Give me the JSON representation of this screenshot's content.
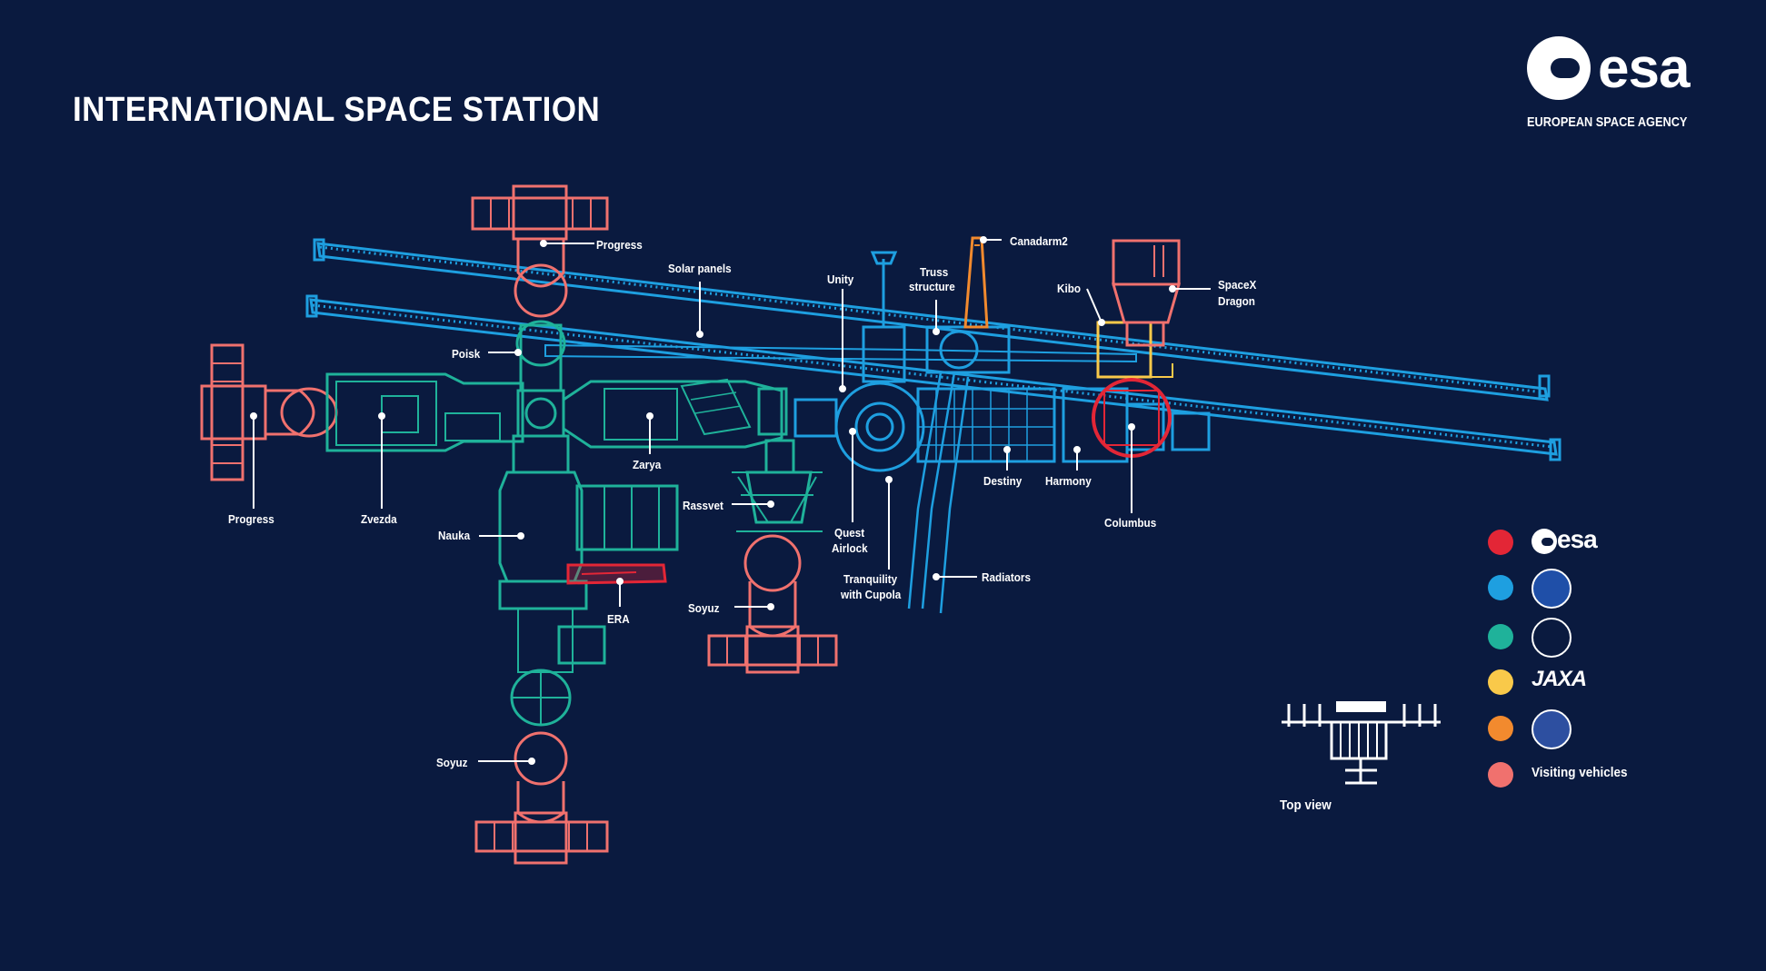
{
  "title": "INTERNATIONAL SPACE STATION",
  "logo": {
    "word": "esa",
    "subtitle": "EUROPEAN SPACE AGENCY"
  },
  "colors": {
    "background": "#0a1a3f",
    "esa": "#e32636",
    "nasa": "#1e9fe0",
    "roscosmos": "#1fb29a",
    "jaxa": "#f9c94a",
    "csa": "#f28a2e",
    "visiting": "#f0716e",
    "white": "#ffffff"
  },
  "labels": {
    "progress_top": "Progress",
    "solar_panels": "Solar panels",
    "unity": "Unity",
    "truss_line1": "Truss",
    "truss_line2": "structure",
    "canadarm2": "Canadarm2",
    "kibo": "Kibo",
    "spacex_line1": "SpaceX",
    "spacex_line2": "Dragon",
    "poisk": "Poisk",
    "progress_left": "Progress",
    "zvezda": "Zvezda",
    "zarya": "Zarya",
    "nauka": "Nauka",
    "rassvet": "Rassvet",
    "quest_line1": "Quest",
    "quest_line2": "Airlock",
    "tranquility_line1": "Tranquility",
    "tranquility_line2": "with Cupola",
    "radiators": "Radiators",
    "destiny": "Destiny",
    "harmony": "Harmony",
    "columbus": "Columbus",
    "era": "ERA",
    "soyuz_mid": "Soyuz",
    "soyuz_bottom": "Soyuz"
  },
  "legend": {
    "esa_word": "esa",
    "jaxa_word": "JAXA",
    "visiting": "Visiting vehicles",
    "topview": "Top view"
  }
}
